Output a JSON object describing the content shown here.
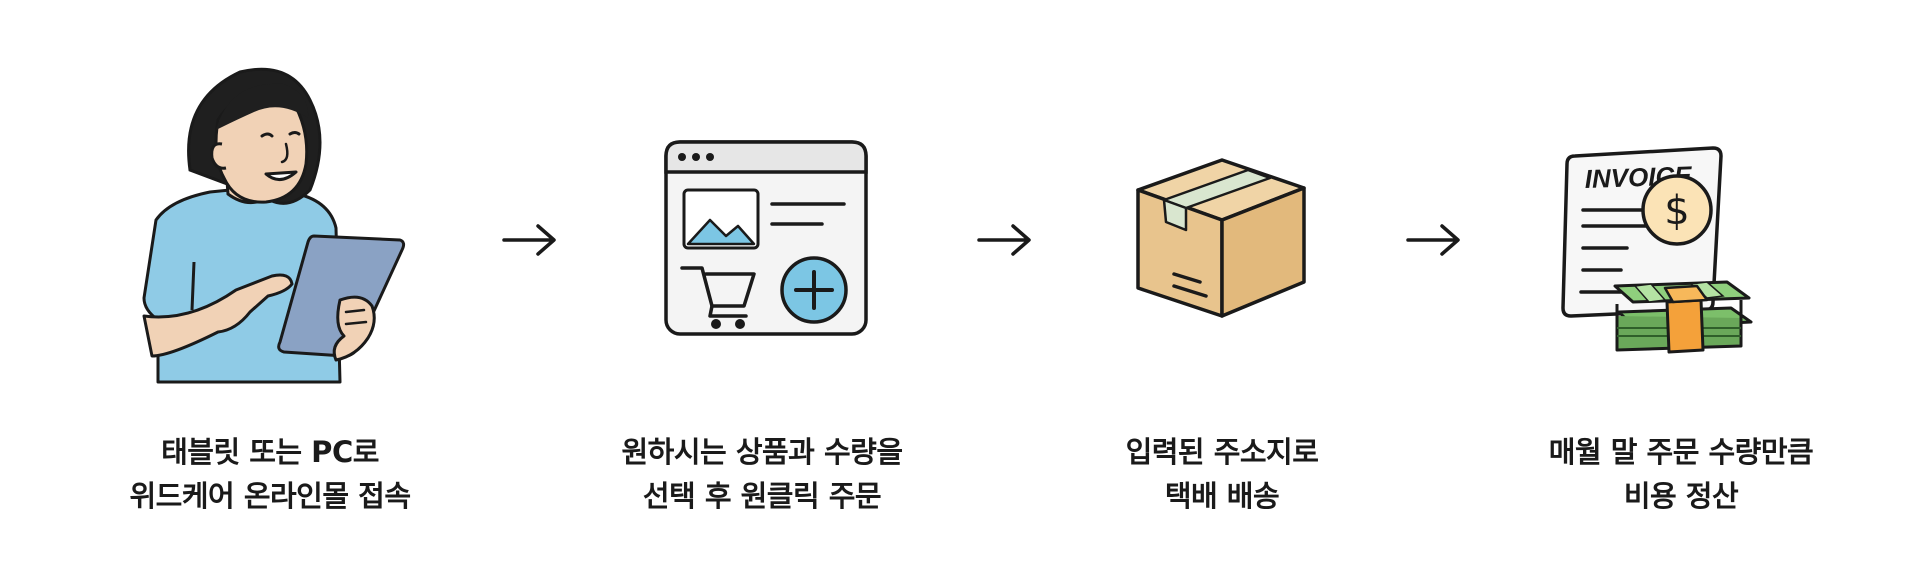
{
  "steps": [
    {
      "icon": "person-with-tablet-icon",
      "line1": "태블릿 또는 PC로",
      "line2": "위드케어 온라인몰 접속"
    },
    {
      "icon": "online-shop-cart-add-icon",
      "line1": "원하시는 상품과 수량을",
      "line2": "선택 후 원클릭 주문"
    },
    {
      "icon": "delivery-box-icon",
      "line1": "입력된 주소지로",
      "line2": "택배 배송"
    },
    {
      "icon": "invoice-payment-icon",
      "invoice_label": "INVOICE",
      "line1": "매월 말 주문 수량만큼",
      "line2": "비용 정산"
    }
  ],
  "connector_icon": "right-arrow-icon",
  "colors": {
    "outline": "#1a1a1a",
    "skin": "#f1d2b6",
    "shirt": "#8fcbe6",
    "tablet": "#8aa2c4",
    "accent_blue": "#7cc6e4",
    "box": "#e8c48d",
    "box_tape": "#d9e6cf",
    "coin": "#fbe3b6",
    "money": "#7cbf6a",
    "band": "#f4a13a"
  }
}
